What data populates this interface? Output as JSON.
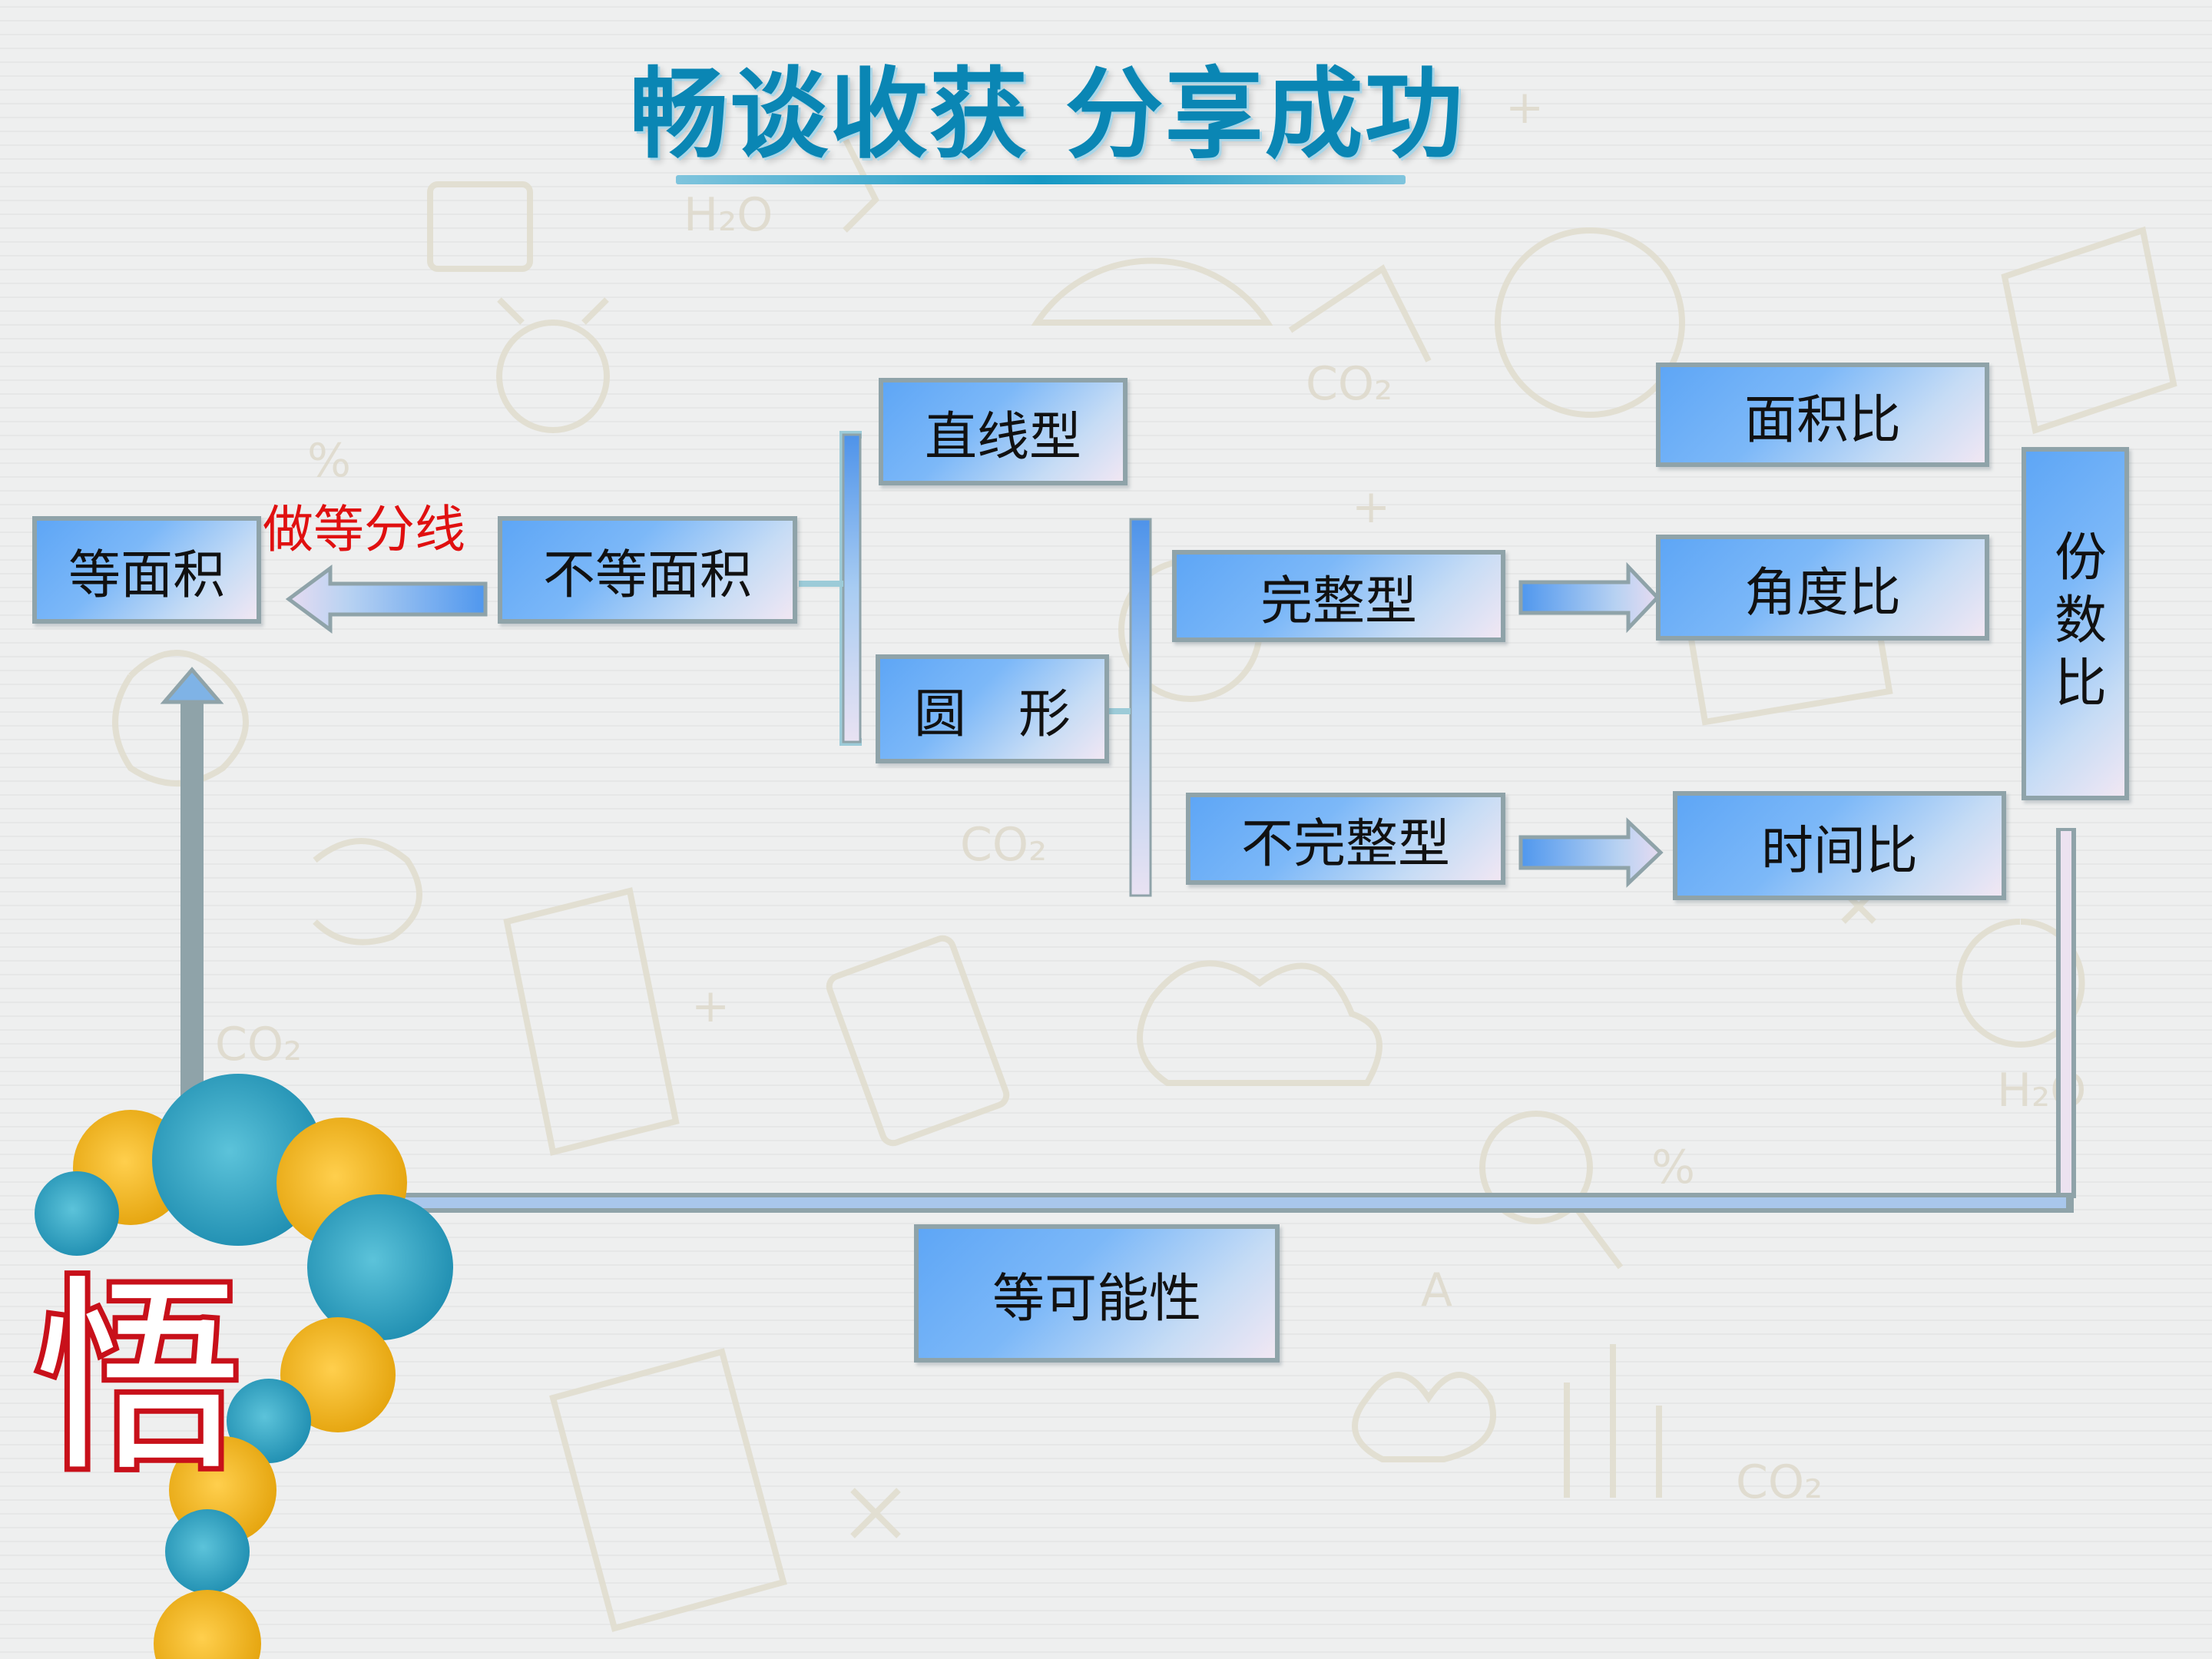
{
  "title": "畅谈收获 分享成功",
  "nodes": {
    "equal_area": "等面积",
    "unequal_area": "不等面积",
    "straight_type": "直线型",
    "circle_type": "圆　形",
    "complete_type": "完整型",
    "incomplete_type": "不完整型",
    "area_ratio": "面积比",
    "angle_ratio": "角度比",
    "time_ratio": "时间比",
    "fraction_ratio": "份数比",
    "equal_probability": "等可能性"
  },
  "edge_label": "做等分线",
  "badge": "悟",
  "colors": {
    "title": "#0a86b4",
    "node_fill_start": "#5ea6f6",
    "node_fill_end": "#f1e7f3",
    "node_border": "#8fa3a9",
    "connector": "#7fb3e6",
    "edge_label": "#e01010",
    "badge": "#c8101a",
    "ball_teal": "#2aa3c4",
    "ball_gold": "#f3b21c"
  }
}
